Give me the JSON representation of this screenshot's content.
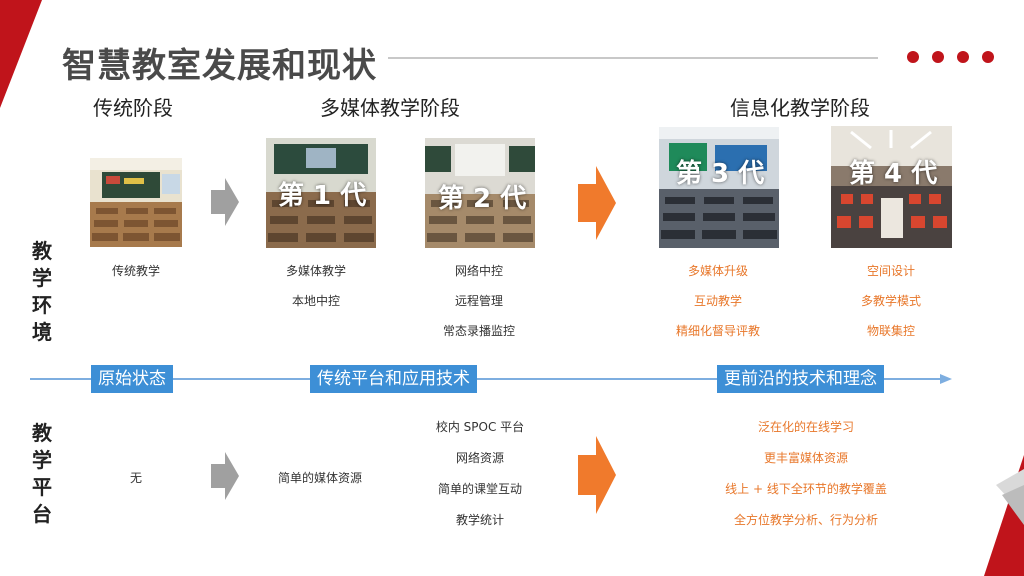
{
  "header": {
    "title": "智慧教室发展和现状"
  },
  "stages": [
    "传统阶段",
    "多媒体教学阶段",
    "信息化教学阶段"
  ],
  "side_labels": {
    "environment": "教学环境",
    "platform": "教学平台"
  },
  "generations": [
    "第 1 代",
    "第 2 代",
    "第 3 代",
    "第 4 代"
  ],
  "environment": {
    "traditional": [
      "传统教学"
    ],
    "gen1": [
      "多媒体教学",
      "本地中控"
    ],
    "gen2": [
      "网络中控",
      "远程管理",
      "常态录播监控"
    ],
    "gen3": [
      "多媒体升级",
      "互动教学",
      "精细化督导评教"
    ],
    "gen4": [
      "空间设计",
      "多教学模式",
      "物联集控"
    ]
  },
  "timeline_labels": [
    "原始状态",
    "传统平台和应用技术",
    "更前沿的技术和理念"
  ],
  "platform": {
    "traditional": "无",
    "middle_left": "简单的媒体资源",
    "middle_right": [
      "校内 SPOC 平台",
      "网络资源",
      "简单的课堂互动",
      "教学统计"
    ],
    "right": [
      "泛在化的在线学习",
      "更丰富媒体资源",
      "线上 + 线下全环节的教学覆盖",
      "全方位教学分析、行为分析"
    ]
  },
  "colors": {
    "accent_red": "#c0141b",
    "label_blue": "#3d8fd6",
    "orange": "#e8772a",
    "arrow_gray": "#a0a0a0",
    "arrow_orange": "#f07a2c"
  }
}
